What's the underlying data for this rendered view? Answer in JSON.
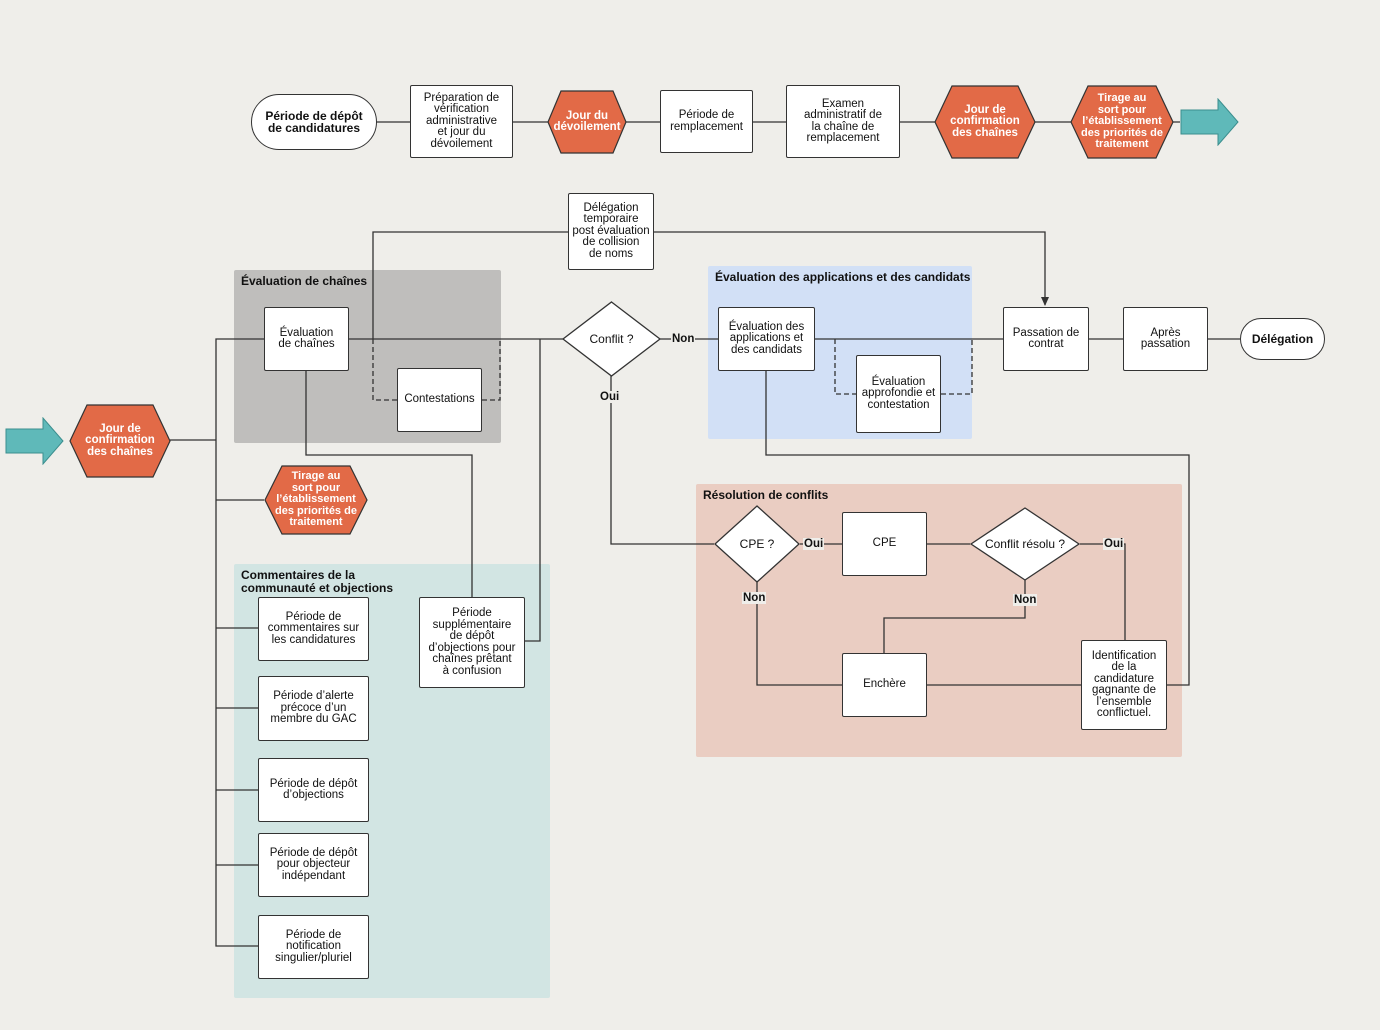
{
  "colors": {
    "background": "#efeeea",
    "event_hexagon": "#e26a47",
    "arrow_teal": "#5fb9b9",
    "group_gray": "#bfbebc",
    "group_blue": "#d2e0f6",
    "group_teal": "#d2e5e3",
    "group_red": "#eacdc2"
  },
  "top_row": {
    "start": "Période de dépôt\nde candidatures",
    "prep": "Préparation de\nvérification\nadministrative\net jour du\ndévoilement",
    "reveal_day": "Jour du\ndévoilement",
    "replacement": "Période de\nremplacement",
    "admin_review": "Examen\nadministratif de\nla chaîne de\nremplacement",
    "confirm_day": "Jour de\nconfirmation\ndes chaînes",
    "draw": "Tirage au\nsort pour\nl’établissement\ndes priorités de\ntraitement"
  },
  "main": {
    "confirm_day": "Jour de\nconfirmation\ndes chaînes",
    "draw": "Tirage au\nsort pour\nl’établissement\ndes priorités de\ntraitement",
    "delegation_temp": "Délégation\ntemporaire\npost évaluation\nde collision\nde noms",
    "conflict_q": "Conflit ?",
    "no": "Non",
    "yes": "Oui",
    "contract": "Passation de\ncontrat",
    "after": "Après\npassation",
    "delegation": "Délégation"
  },
  "groups": {
    "string_eval": {
      "title": "Évaluation de chaînes",
      "eval_box": "Évaluation\nde chaînes",
      "contests": "Contestations"
    },
    "app_eval": {
      "title": "Évaluation des applications et des candidats",
      "eval_box": "Évaluation des\napplications et\ndes candidats",
      "deep_eval": "Évaluation\napprofondie et\ncontestation"
    },
    "community": {
      "title": "Commentaires de la\ncommunauté et objections",
      "items": [
        "Période de\ncommentaires sur\nles candidatures",
        "Période d’alerte\nprécoce d’un\nmembre du GAC",
        "Période de dépôt\nd’objections",
        "Période de dépôt\npour objecteur\nindépendant",
        "Période de\nnotification\nsingulier/pluriel"
      ],
      "extra": "Période\nsupplémentaire\nde dépôt\nd’objections pour\nchaînes prêtant\nà confusion"
    },
    "conflict": {
      "title": "Résolution de conflits",
      "cpe_q": "CPE ?",
      "cpe": "CPE",
      "resolved_q": "Conflit résolu ?",
      "auction": "Enchère",
      "winner": "Identification\nde la\ncandidature\ngagnante de\nl’ensemble\nconflictuel.",
      "yes1": "Oui",
      "no1": "Non",
      "yes2": "Oui",
      "no2": "Non"
    }
  }
}
